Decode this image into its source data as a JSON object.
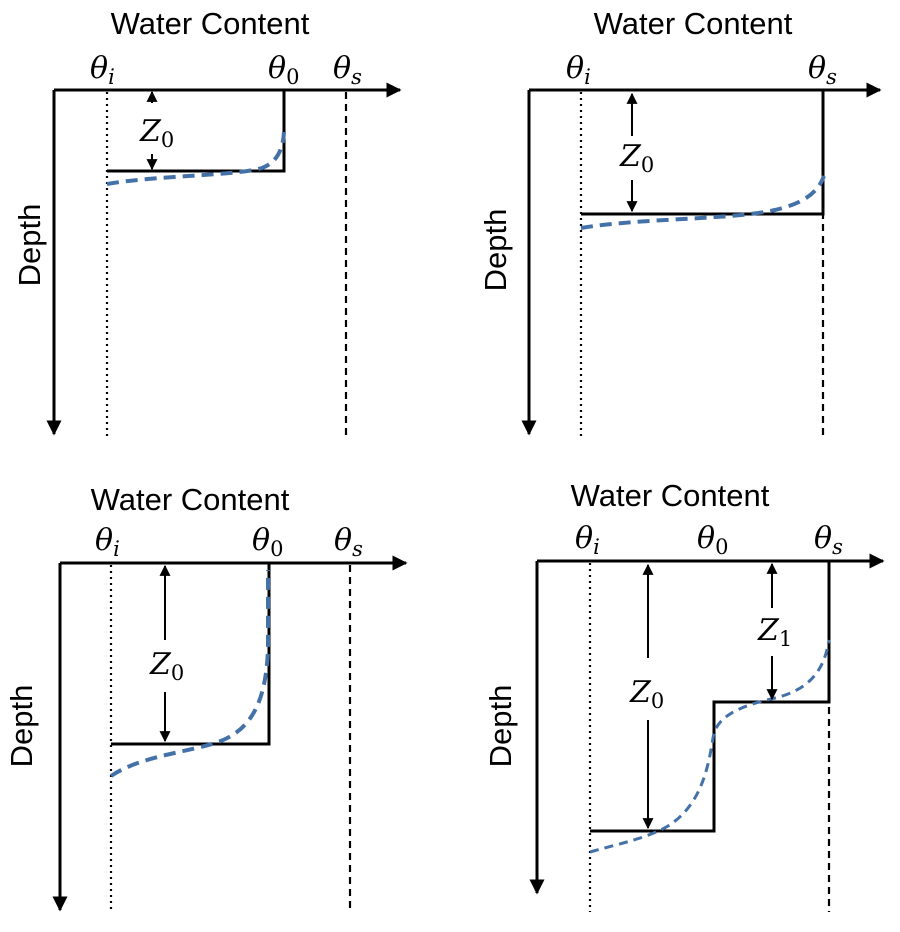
{
  "labels": {
    "title": "Water Content",
    "depth": "Depth"
  },
  "symbols": {
    "theta": "θ",
    "z": "Z",
    "sub_i": "i",
    "sub_0": "0",
    "sub_s": "s",
    "sub_1": "1"
  },
  "colors": {
    "curve": "#4472a8",
    "lines": "#000000"
  }
}
